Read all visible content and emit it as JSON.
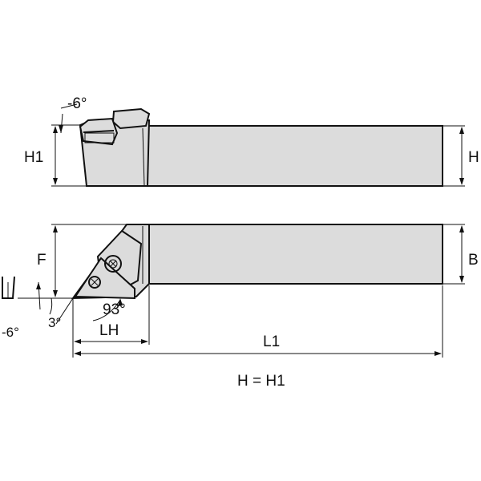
{
  "labels": {
    "neg6_top": "-6°",
    "h1": "H1",
    "h": "H",
    "f": "F",
    "b": "B",
    "neg6_bottom": "-6°",
    "deg3": "3°",
    "deg93": "93°",
    "lh": "LH",
    "l1": "L1",
    "h_eq_h1": "H = H1"
  },
  "colors": {
    "body_fill": "#dcdcdc",
    "line": "#111111"
  }
}
